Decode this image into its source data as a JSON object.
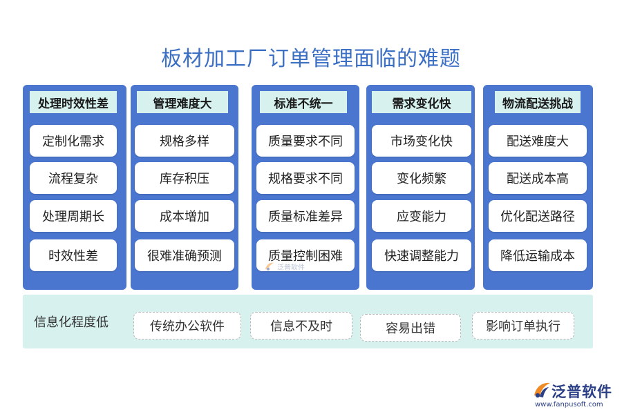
{
  "title": "板材加工厂订单管理面临的难题",
  "columns": [
    {
      "heading": "处理时效性差",
      "items": [
        "定制化需求",
        "流程复杂",
        "处理周期长",
        "时效性差"
      ]
    },
    {
      "heading": "管理难度大",
      "items": [
        "规格多样",
        "库存积压",
        "成本增加",
        "很难准确预测"
      ]
    },
    {
      "heading": "标准不统一",
      "items": [
        "质量要求不同",
        "规格要求不同",
        "质量标准差异",
        "质量控制困难"
      ]
    },
    {
      "heading": "需求变化快",
      "items": [
        "市场变化快",
        "变化频繁",
        "应变能力",
        "快速调整能力"
      ]
    },
    {
      "heading": "物流配送挑战",
      "items": [
        "配送难度大",
        "配送成本高",
        "优化配送路径",
        "降低运输成本"
      ]
    }
  ],
  "bottom": {
    "label": "信息化程度低",
    "items": [
      "传统办公软件",
      "信息不及时",
      "容易出错",
      "影响订单执行"
    ]
  },
  "watermark": "泛普软件",
  "logo": {
    "name": "泛普软件",
    "url": "www.fanpusoft.com",
    "icon": "fanpu-logo-icon"
  },
  "colors": {
    "title": "#3a6fc4",
    "column_bg": "#4a76cf",
    "header_bg": "#d6f1ee",
    "band_bg": "#d6f1ee",
    "logo_orange": "#f08a24",
    "logo_blue": "#2b3f86"
  }
}
